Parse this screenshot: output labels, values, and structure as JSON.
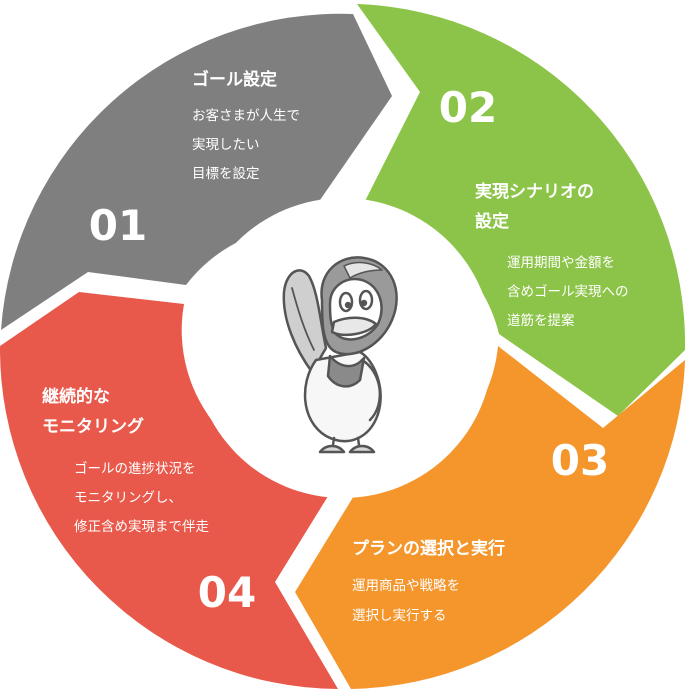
{
  "segments": [
    {
      "number": "01",
      "title_lines": [
        "ゴール設定"
      ],
      "desc_lines": [
        "お客さまが人生で",
        "実現したい",
        "目標を設定"
      ],
      "color": "#807f7f"
    },
    {
      "number": "02",
      "title_lines": [
        "実現シナリオの",
        "設定"
      ],
      "desc_lines": [
        "運用期間や金額を",
        "含めゴール実現への",
        "道筋を提案"
      ],
      "color": "#8cc449"
    },
    {
      "number": "03",
      "title_lines": [
        "プランの選択と実行"
      ],
      "desc_lines": [
        "運用商品や戦略を",
        "選択し実行する"
      ],
      "color": "#f5962d"
    },
    {
      "number": "04",
      "title_lines": [
        "継続的な",
        "モニタリング"
      ],
      "desc_lines": [
        "ゴールの進捗状況を",
        "モニタリングし、",
        "修正含め実現まで伴走"
      ],
      "color": "#e8594b"
    }
  ],
  "center": {
    "mascot_icon": "bird-mascot-icon",
    "stroke_color": "#555555"
  }
}
